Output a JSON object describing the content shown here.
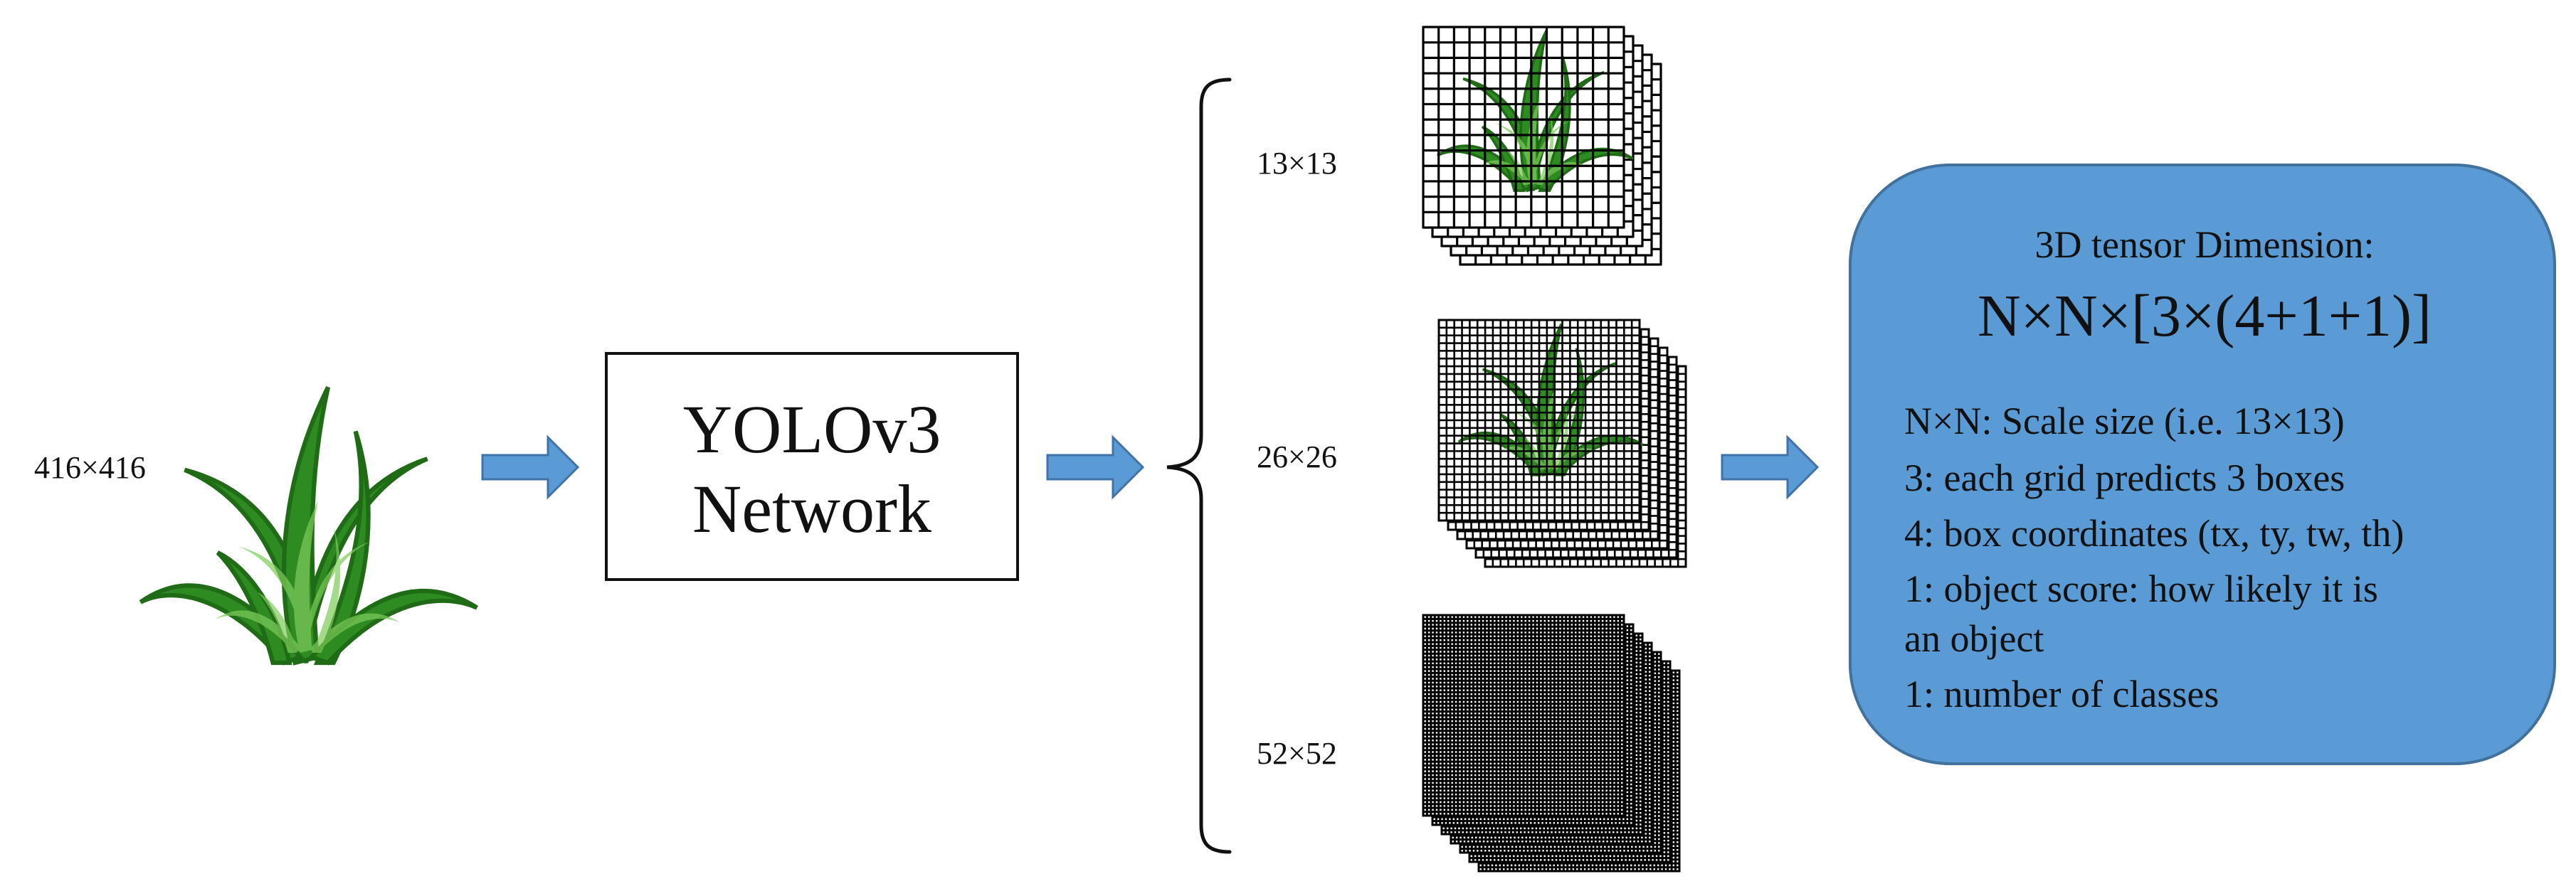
{
  "input": {
    "size_label": "416×416"
  },
  "network": {
    "line1": "YOLOv3",
    "line2": "Network"
  },
  "scales": [
    {
      "label": "13×13",
      "grid": 13
    },
    {
      "label": "26×26",
      "grid": 26
    },
    {
      "label": "52×52",
      "grid": 52
    }
  ],
  "tensor": {
    "title": "3D tensor  Dimension:",
    "formula": "N×N×[3×(4+1+1)]",
    "lines": [
      "N×N: Scale size  (i.e.  13×13)",
      "3: each grid predicts 3 boxes",
      "4: box coordinates  (tx, ty, tw, th)",
      "1: object score: how likely  it is",
      "an object",
      "1: number  of classes"
    ]
  },
  "colors": {
    "arrow": "#5b9bd5",
    "arrow_stroke": "#3f73a8",
    "panel": "#5b9bd5",
    "panel_stroke": "#41719c",
    "plant_dark": "#2e8b22",
    "plant_light": "#7dcc5a"
  }
}
